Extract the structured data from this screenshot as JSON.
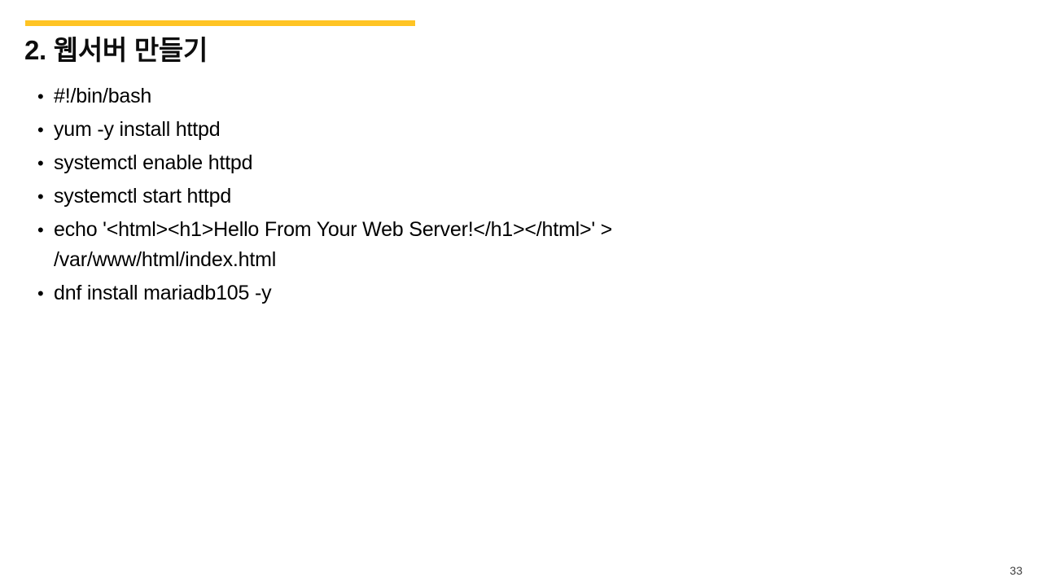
{
  "slide": {
    "accent_bar_color": "#ffc424",
    "background_color": "#ffffff",
    "title": "2. 웹서버 만들기",
    "page_number": "33",
    "bullet_marker": "•",
    "body": [
      {
        "text": "#!/bin/bash",
        "wrap": ""
      },
      {
        "text": "yum -y install httpd",
        "wrap": ""
      },
      {
        "text": "systemctl enable httpd",
        "wrap": ""
      },
      {
        "text": "systemctl start httpd",
        "wrap": ""
      },
      {
        "text": "echo '<html><h1>Hello From Your Web Server!</h1></html>' >",
        "wrap": "/var/www/html/index.html"
      },
      {
        "text": "dnf install mariadb105 -y",
        "wrap": ""
      }
    ]
  }
}
